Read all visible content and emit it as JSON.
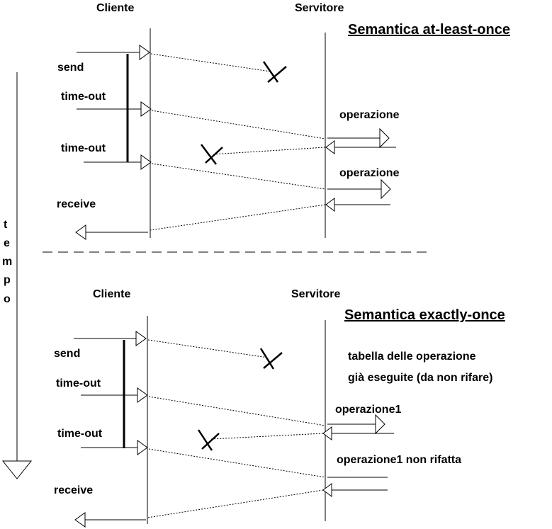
{
  "time_axis": {
    "letters": [
      "t",
      "e",
      "m",
      "p",
      "o"
    ]
  },
  "top": {
    "client_label": "Cliente",
    "server_label": "Servitore",
    "title": "Semantica at-least-once",
    "send_label": "send",
    "timeout1_label": "time-out",
    "timeout2_label": "time-out",
    "receive_label": "receive",
    "operation1_label": "operazione",
    "operation2_label": "operazione"
  },
  "bottom": {
    "client_label": "Cliente",
    "server_label": "Servitore",
    "title": "Semantica exactly-once",
    "send_label": "send",
    "timeout1_label": "time-out",
    "timeout2_label": "time-out",
    "receive_label": "receive",
    "table_line1": "tabella delle operazione",
    "table_line2": "già eseguite (da non rifare)",
    "operation1_label": "operazione1",
    "operation2_label": "operazione1  non rifatta"
  }
}
